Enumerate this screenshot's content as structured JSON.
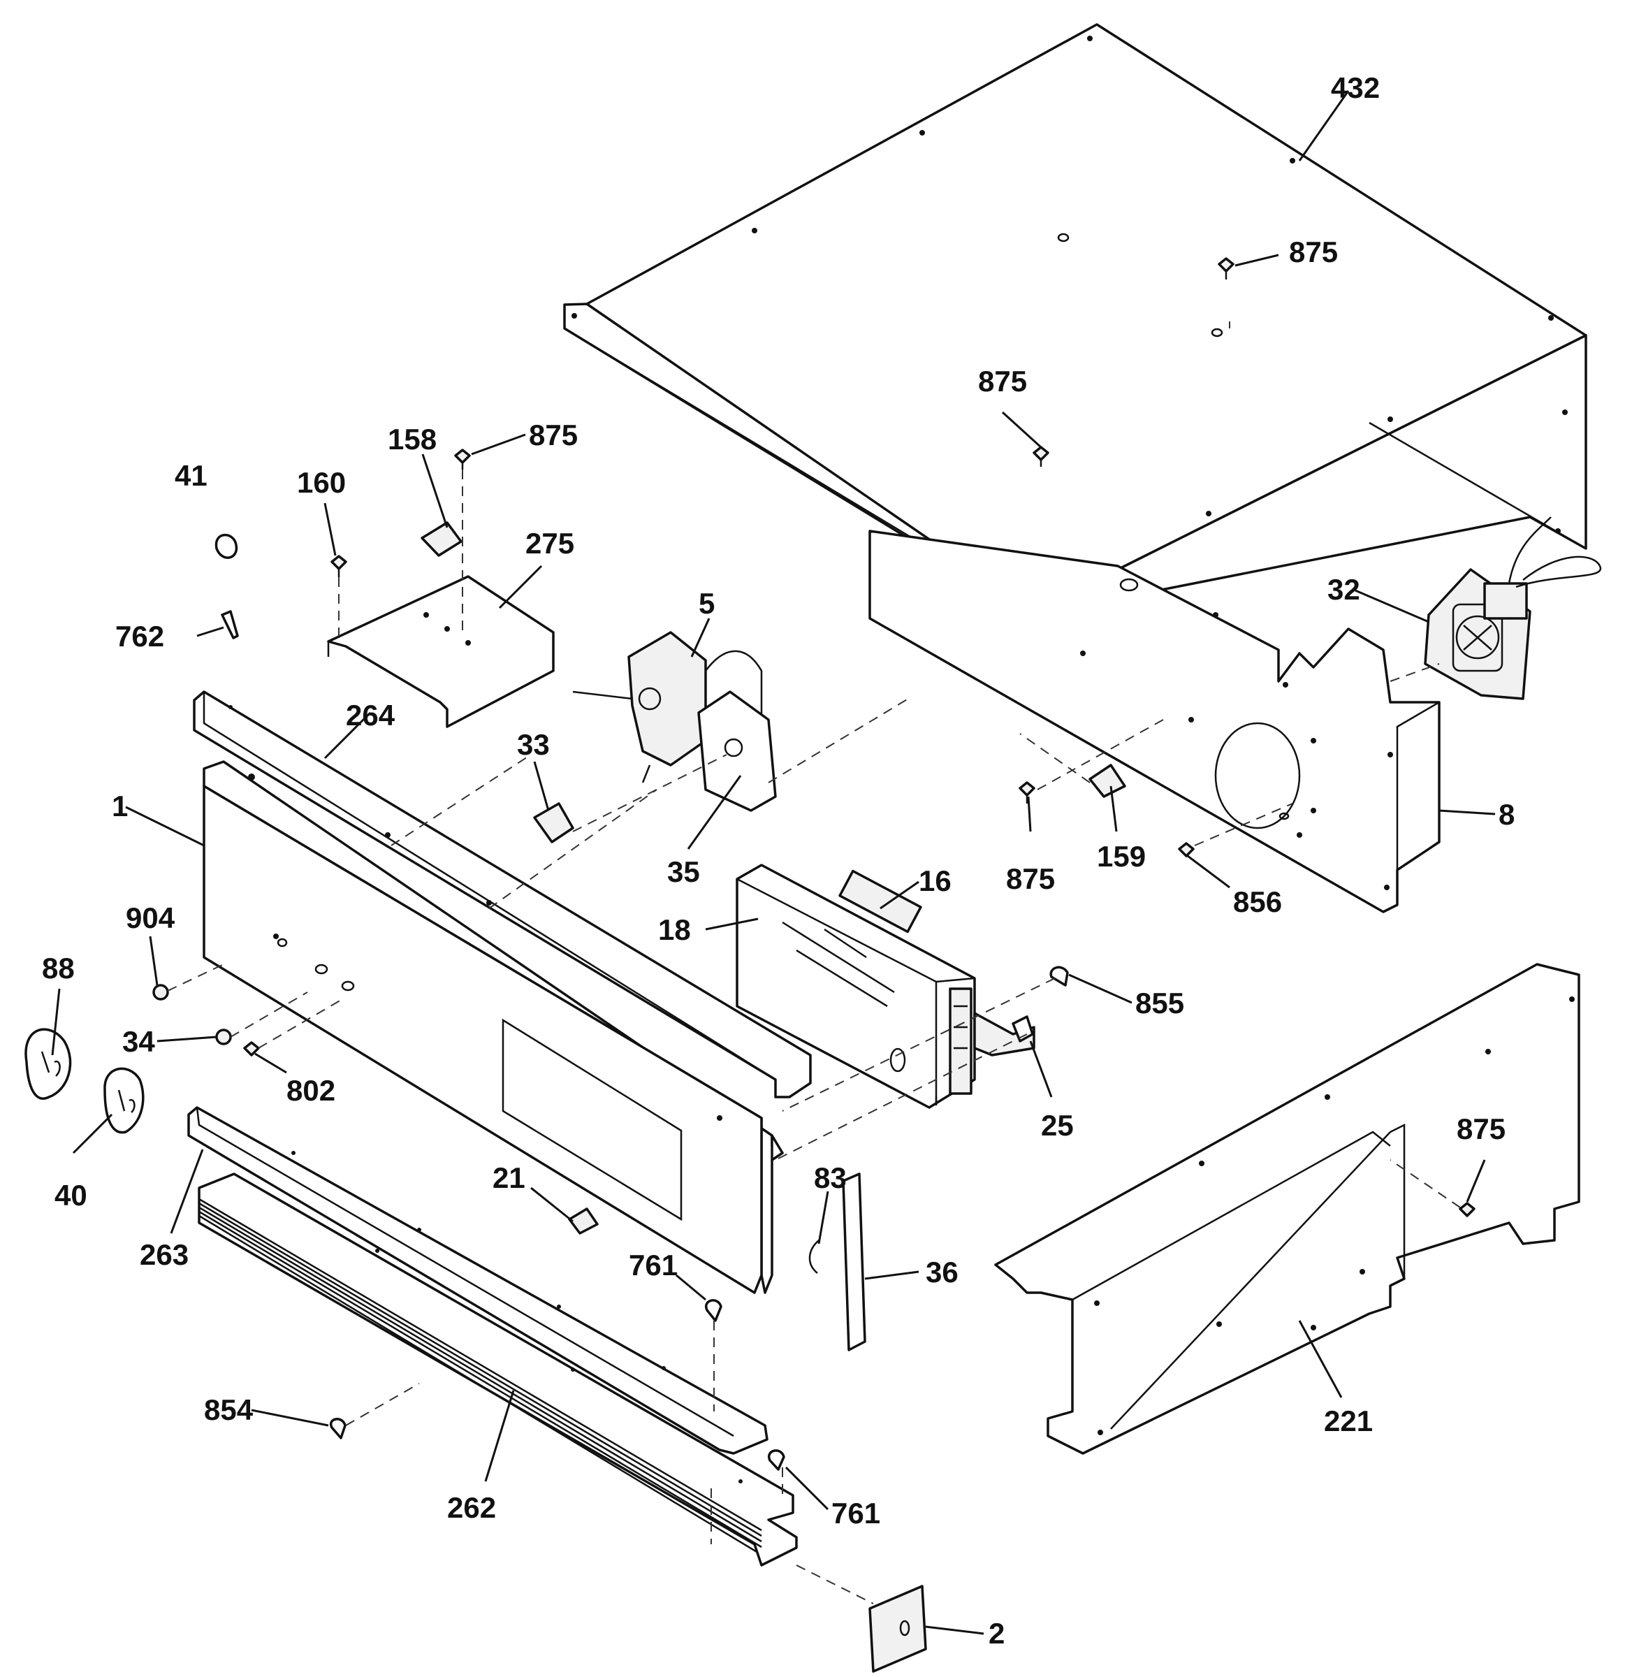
{
  "diagram": {
    "callouts": {
      "c432": "432",
      "c875_top": "875",
      "c875_center": "875",
      "c875_bracket": "875",
      "c875_left": "875",
      "c875_right": "875",
      "c158": "158",
      "c41": "41",
      "c160": "160",
      "c275": "275",
      "c762": "762",
      "c5": "5",
      "c32": "32",
      "c264": "264",
      "c33": "33",
      "c1": "1",
      "c35": "35",
      "c16": "16",
      "c8": "8",
      "c159": "159",
      "c856": "856",
      "c18": "18",
      "c904": "904",
      "c88": "88",
      "c34": "34",
      "c802": "802",
      "c855": "855",
      "c25": "25",
      "c40": "40",
      "c83": "83",
      "c21": "21",
      "c263": "263",
      "c761_top": "761",
      "c36": "36",
      "c854": "854",
      "c221": "221",
      "c262": "262",
      "c761_bottom": "761",
      "c2": "2"
    }
  }
}
